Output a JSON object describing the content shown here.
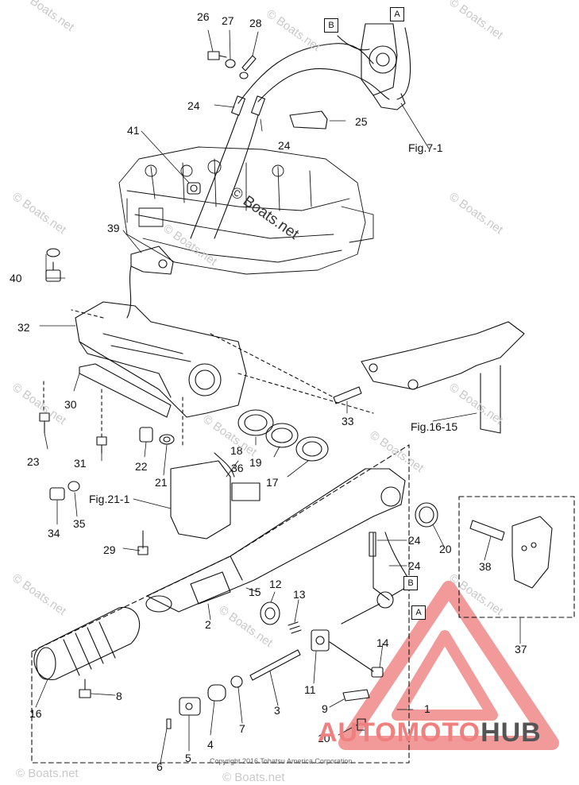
{
  "callout_numbers": [
    "26",
    "27",
    "28",
    "24",
    "25",
    "24",
    "41",
    "39",
    "40",
    "32",
    "30",
    "23",
    "31",
    "22",
    "21",
    "18",
    "19",
    "17",
    "33",
    "36",
    "34",
    "35",
    "29",
    "24",
    "24",
    "20",
    "38",
    "15",
    "12",
    "13",
    "2",
    "16",
    "8",
    "11",
    "14",
    "3",
    "9",
    "1",
    "10",
    "7",
    "4",
    "5",
    "6",
    "37"
  ],
  "figure_refs": [
    "Fig.7-1",
    "Fig.16-15",
    "Fig.21-1"
  ],
  "callout_letters": [
    "B",
    "A",
    "B",
    "A"
  ],
  "watermarks": [
    "© Boats.net",
    "© Boats.net",
    "© Boats.net",
    "© Boats.net",
    "© Boats.net",
    "© Boats.net",
    "© Boats.net",
    "© Boats.net",
    "© Boats.net",
    "© Boats.net",
    "© Boats.net",
    "© Boats.net",
    "© Boats.net",
    "© Boats.net",
    "© Boats.net"
  ],
  "center_watermark": "© Boats.net",
  "copyright": "Copyright 2016 Tohatsu America Corporation",
  "logo": {
    "part1": "AUTOMOTO",
    "part2": "HUB",
    "color1": "#f08080",
    "color2": "#555555"
  },
  "colors": {
    "line": "#111111",
    "logo_red": "#e05050"
  }
}
